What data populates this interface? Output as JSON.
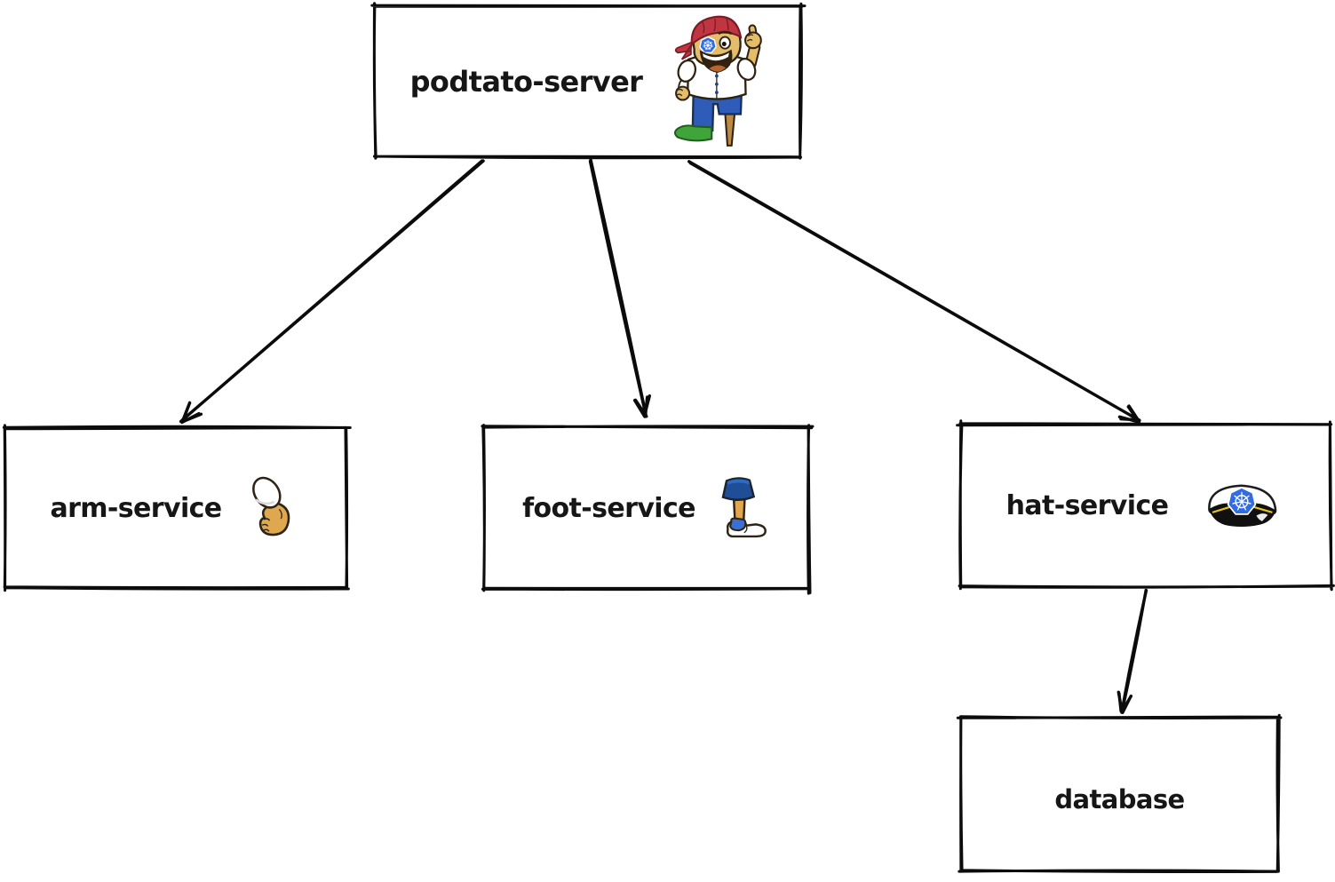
{
  "diagram": {
    "style": "hand-drawn-sketch",
    "nodes": [
      {
        "id": "podtato-server",
        "label": "podtato-server",
        "icon": "podtato-pirate-mascot-icon"
      },
      {
        "id": "arm-service",
        "label": "arm-service",
        "icon": "arm-fist-icon"
      },
      {
        "id": "foot-service",
        "label": "foot-service",
        "icon": "leg-sneaker-icon"
      },
      {
        "id": "hat-service",
        "label": "hat-service",
        "icon": "kubernetes-captain-hat-icon"
      },
      {
        "id": "database",
        "label": "database",
        "icon": null
      }
    ],
    "edges": [
      {
        "from": "podtato-server",
        "to": "arm-service"
      },
      {
        "from": "podtato-server",
        "to": "foot-service"
      },
      {
        "from": "podtato-server",
        "to": "hat-service"
      },
      {
        "from": "hat-service",
        "to": "database"
      }
    ],
    "colors": {
      "canvas_background": "#ffffff",
      "stroke": "#0c0c0c",
      "kubernetes_blue": "#326ce5",
      "potato_skin": "#e5bc6a",
      "bandana_red": "#c13540",
      "pants_blue": "#2e5cb8",
      "shoe_green": "#3fa43a",
      "peg_leg_brown": "#bd8a45",
      "arm_tan": "#dfa84f",
      "shorts_blue": "#1f4e96",
      "sneaker_blue": "#3b6fd4",
      "hat_band_black": "#111111",
      "hat_trim_yellow": "#e6c619"
    }
  }
}
